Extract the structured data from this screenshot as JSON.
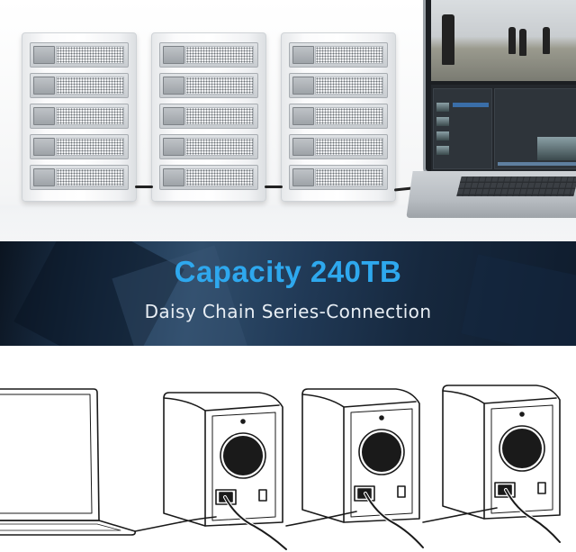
{
  "banner": {
    "headline": "Capacity 240TB",
    "subline": "Daisy Chain Series-Connection",
    "headline_color": "#2ea8ee",
    "text_color": "#e8eef4"
  },
  "product": {
    "enclosures_photo": 3,
    "bays_per_enclosure": 5,
    "enclosures_drawing": 3
  },
  "icons": [
    "enclosure",
    "drive-bay",
    "laptop",
    "cable",
    "fan-grille",
    "power-switch"
  ]
}
